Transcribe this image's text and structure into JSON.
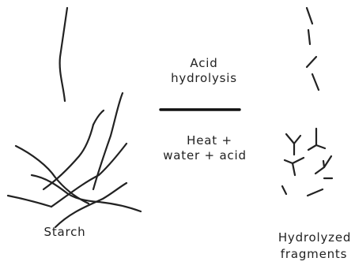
{
  "process": {
    "line1": "Acid",
    "line2": "hydrolysis"
  },
  "conditions": {
    "line1": "Heat +",
    "line2": "water + acid"
  },
  "labels": {
    "starch": "Starch",
    "fragments_line1": "Hydrolyzed",
    "fragments_line2": "fragments"
  }
}
